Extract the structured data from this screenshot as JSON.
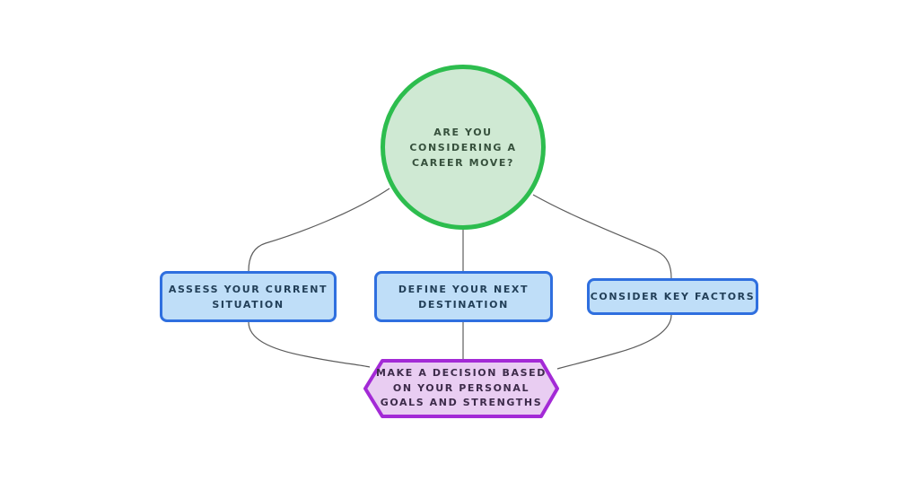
{
  "colors": {
    "background": "#ffffff",
    "circle_fill": "#cfe9d3",
    "circle_border": "#2dbd4e",
    "circle_text": "#36503c",
    "box_fill": "#bfdef8",
    "box_border": "#2f6fdf",
    "box_text": "#223f58",
    "hex_fill": "#e9cdf2",
    "hex_border": "#a32ad6",
    "hex_text": "#3d2b4a",
    "connector": "#5c5c5c"
  },
  "diagram": {
    "type": "flowchart",
    "nodes": {
      "question": {
        "shape": "circle",
        "label": "ARE YOU CONSIDERING A\nCAREER MOVE?"
      },
      "assess": {
        "shape": "rectangle",
        "label": "ASSESS YOUR CURRENT\nSITUATION"
      },
      "define": {
        "shape": "rectangle",
        "label": "DEFINE YOUR NEXT\nDESTINATION"
      },
      "factors": {
        "shape": "rectangle",
        "label": "CONSIDER KEY FACTORS"
      },
      "decision": {
        "shape": "hexagon",
        "label": "MAKE A DECISION BASED\nON YOUR PERSONAL\nGOALS AND STRENGTHS"
      }
    },
    "edges": [
      {
        "from": "question",
        "to": "assess"
      },
      {
        "from": "question",
        "to": "define"
      },
      {
        "from": "question",
        "to": "factors"
      },
      {
        "from": "assess",
        "to": "decision"
      },
      {
        "from": "define",
        "to": "decision"
      },
      {
        "from": "factors",
        "to": "decision"
      }
    ]
  }
}
